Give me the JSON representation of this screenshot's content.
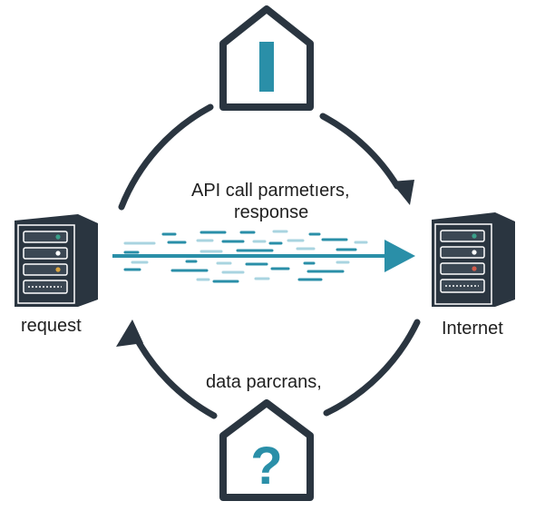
{
  "labels": {
    "flow_top_line1": "API call parmetıers,",
    "flow_top_line2": "response",
    "flow_bottom": "data parcrans,",
    "left_server": "request",
    "right_server": "Internet"
  },
  "icons": {
    "top_house_symbol": "info-bar",
    "bottom_house_symbol": "?"
  },
  "colors": {
    "dark": "#2a3540",
    "accent": "#2a8fa8",
    "accent_light": "#a9d4e0",
    "led_green": "#3aa08a",
    "led_yellow": "#d9a440",
    "led_red": "#d25a4a"
  }
}
